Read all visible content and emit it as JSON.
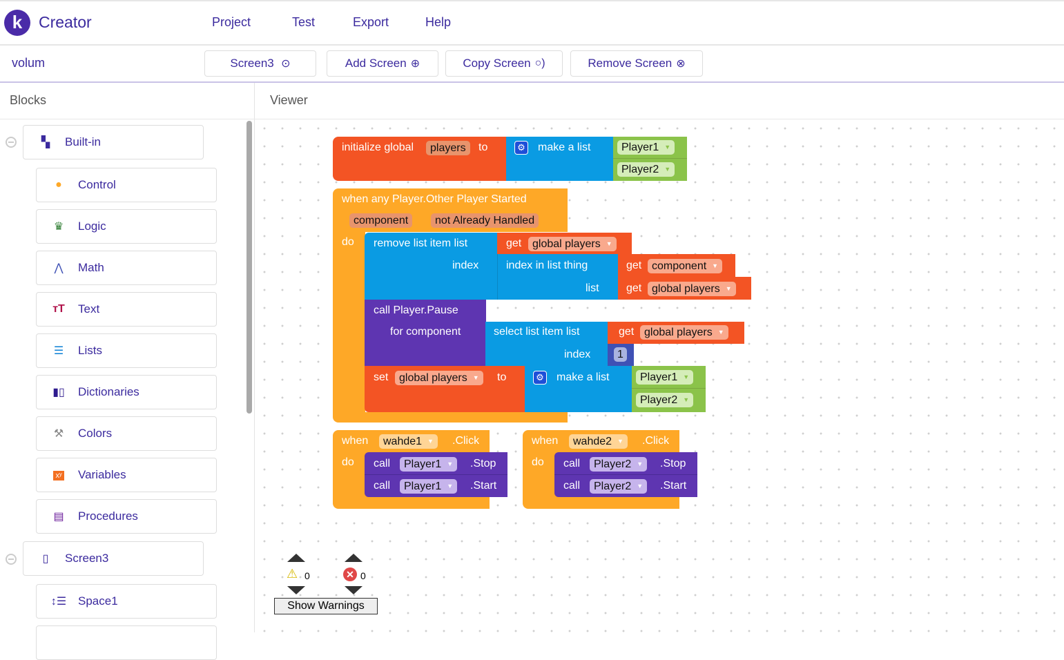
{
  "header": {
    "logo_letter": "k",
    "brand": "Creator",
    "menu": [
      "Project",
      "Test",
      "Export",
      "Help"
    ]
  },
  "toolbar": {
    "project_name": "volum",
    "screen_select": "Screen3",
    "add_screen": "Add Screen",
    "copy_screen": "Copy Screen",
    "remove_screen": "Remove Screen"
  },
  "panels": {
    "blocks": "Blocks",
    "viewer": "Viewer"
  },
  "sidebar": {
    "builtin": "Built-in",
    "categories": [
      {
        "label": "Control",
        "icon": "control-icon",
        "color": "#fea827"
      },
      {
        "label": "Logic",
        "icon": "logic-icon",
        "color": "#2e7d32"
      },
      {
        "label": "Math",
        "icon": "math-icon",
        "color": "#3f51b5"
      },
      {
        "label": "Text",
        "icon": "text-icon",
        "color": "#b0124a"
      },
      {
        "label": "Lists",
        "icon": "lists-icon",
        "color": "#0a7fd4"
      },
      {
        "label": "Dictionaries",
        "icon": "dictionaries-icon",
        "color": "#2e1a8e"
      },
      {
        "label": "Colors",
        "icon": "colors-icon",
        "color": "#888888"
      },
      {
        "label": "Variables",
        "icon": "variables-icon",
        "color": "#f36f21"
      },
      {
        "label": "Procedures",
        "icon": "procedures-icon",
        "color": "#6a1b9a"
      }
    ],
    "screen": "Screen3",
    "components": [
      {
        "label": "Space1"
      }
    ]
  },
  "workspace": {
    "init": {
      "label": "initialize global",
      "var": "players",
      "to": "to",
      "make_list": "make a list",
      "items": [
        "Player1",
        "Player2"
      ]
    },
    "event": {
      "title": "when any Player.Other Player Started",
      "params": [
        "component",
        "not Already Handled"
      ],
      "do": "do",
      "remove": {
        "label": "remove list item  list",
        "index": "index",
        "get": "get",
        "var": "global players"
      },
      "index_in_list": {
        "label": "index in list  thing",
        "list": "list",
        "get": "get",
        "thing_var": "component",
        "list_var": "global players"
      },
      "call": {
        "label": "call Player.Pause",
        "for": "for component"
      },
      "select": {
        "label": "select list item  list",
        "index": "index",
        "get": "get",
        "var": "global players",
        "num": "1"
      },
      "set": {
        "label": "set",
        "var": "global players",
        "to": "to",
        "make_list": "make a list",
        "items": [
          "Player1",
          "Player2"
        ]
      }
    },
    "click_events": [
      {
        "when": "when",
        "component": "wahde1",
        "event": ".Click",
        "do": "do",
        "calls": [
          {
            "call": "call",
            "comp": "Player1",
            "method": ".Stop"
          },
          {
            "call": "call",
            "comp": "Player1",
            "method": ".Start"
          }
        ]
      },
      {
        "when": "when",
        "component": "wahde2",
        "event": ".Click",
        "do": "do",
        "calls": [
          {
            "call": "call",
            "comp": "Player2",
            "method": ".Stop"
          },
          {
            "call": "call",
            "comp": "Player2",
            "method": ".Start"
          }
        ]
      }
    ],
    "warnings": {
      "warning_count": "0",
      "error_count": "0",
      "show_warnings": "Show Warnings"
    }
  },
  "colors": {
    "brand": "#4a2ba8",
    "variables": "#f35424",
    "lists": "#0a9be3",
    "text": "#8bc34a",
    "components": "#5e35b1",
    "control": "#fea827"
  }
}
